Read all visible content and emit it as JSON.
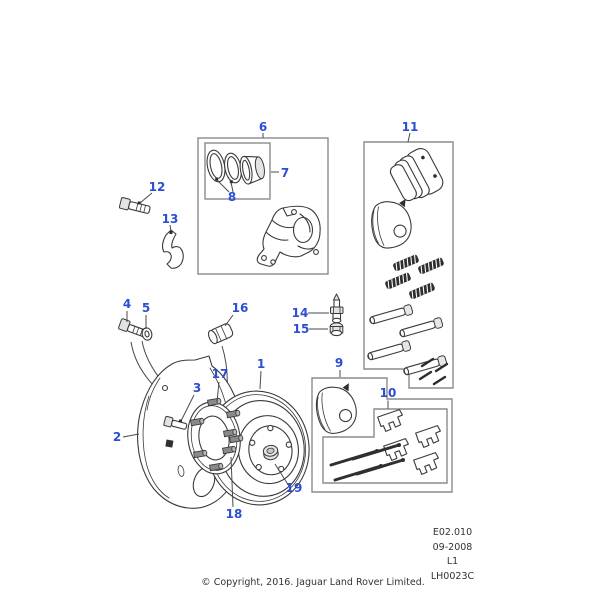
{
  "callouts": {
    "c1": "1",
    "c2": "2",
    "c3": "3",
    "c4": "4",
    "c5": "5",
    "c6": "6",
    "c7": "7",
    "c8": "8",
    "c9": "9",
    "c10": "10",
    "c11": "11",
    "c12": "12",
    "c13": "13",
    "c14": "14",
    "c15": "15",
    "c16": "16",
    "c17": "17",
    "c18": "18",
    "c19": "19"
  },
  "info_panel": {
    "line1": "E02.010",
    "line2": "09-2008",
    "line3": "L1",
    "line4": "LH0023C"
  },
  "footer": {
    "copyright": "© Copyright, 2016. Jaguar Land Rover Limited."
  },
  "colors": {
    "callout_blue": "#2b4fd4",
    "line_dark": "#3a3a3a",
    "box_border": "#8c8c8c",
    "background": "#ffffff",
    "text": "#333333"
  }
}
